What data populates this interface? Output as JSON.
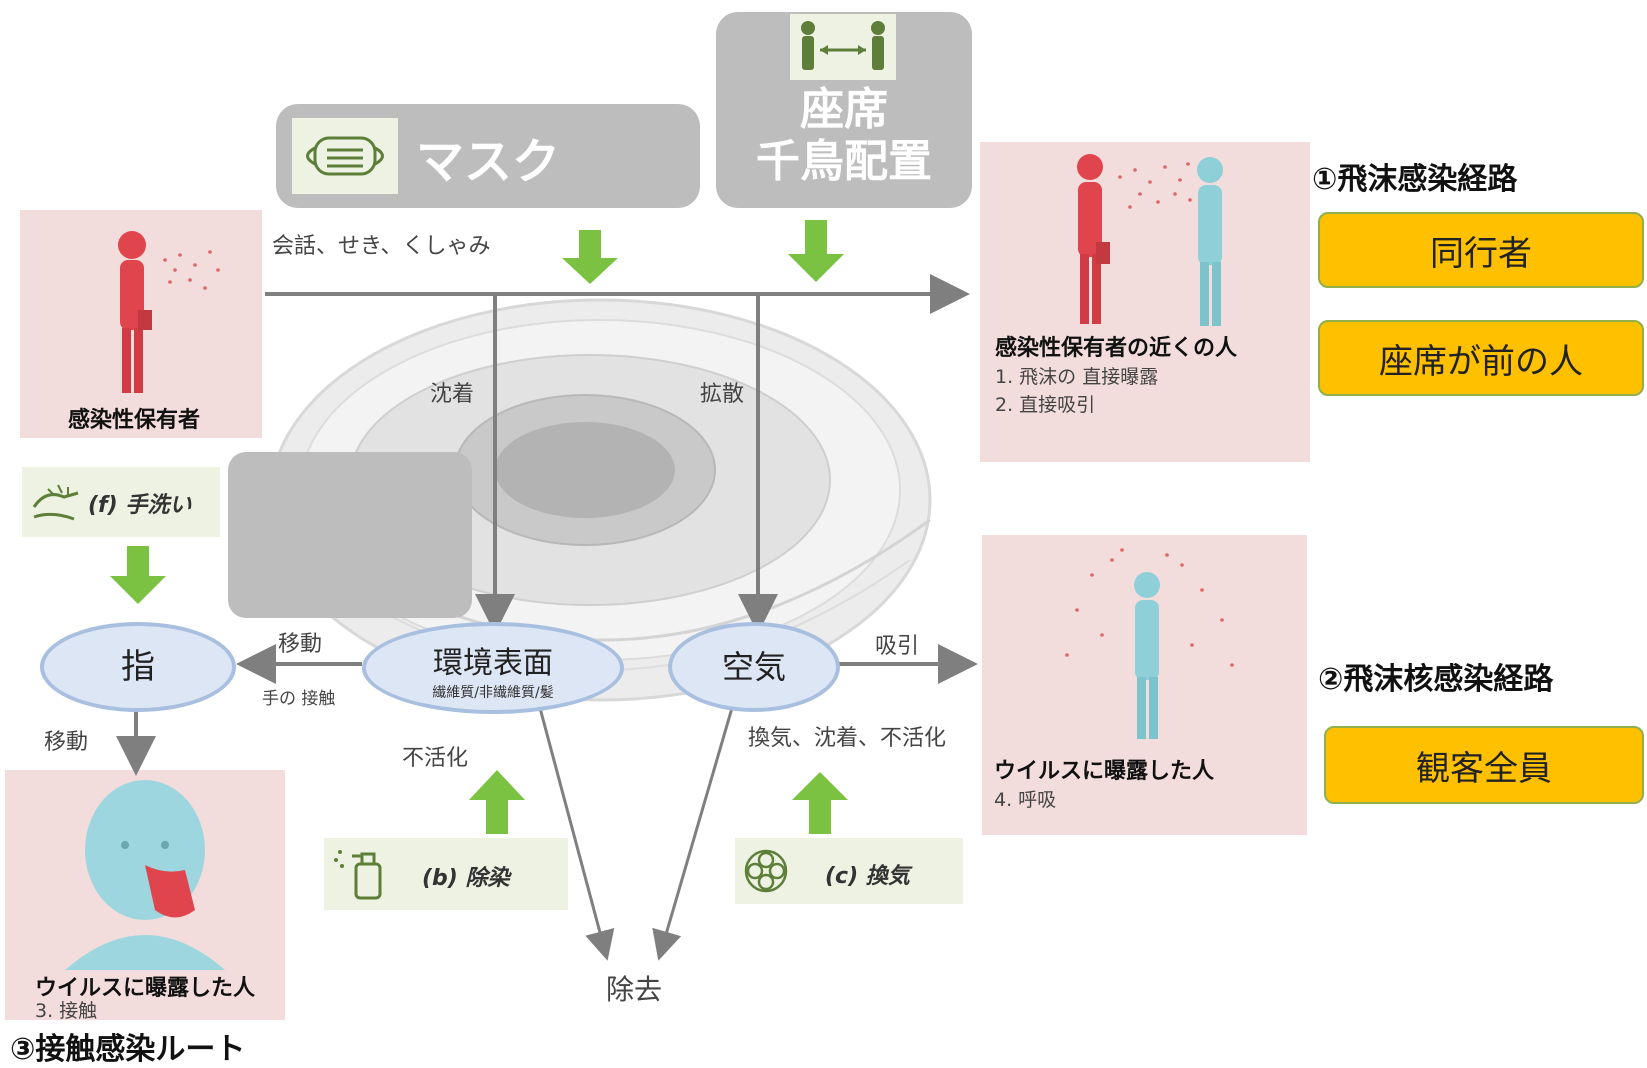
{
  "controls": {
    "mask": "マスク",
    "seating_line1": "座席",
    "seating_line2": "千鳥配置",
    "handwash": "(f) 手洗い",
    "disinfect": "(b) 除染",
    "ventilation": "(c) 換気"
  },
  "flow": {
    "droplet_sources": "会話、せき、くしゃみ",
    "settle": "沈着",
    "diffuse": "拡散",
    "move_top": "移動",
    "hand_contact": "手の 接触",
    "move_left": "移動",
    "inhale": "吸引",
    "inactivate": "不活化",
    "air_removal": "換気、沈着、不活化",
    "removal": "除去"
  },
  "nodes": {
    "finger": "指",
    "surface_title": "環境表面",
    "surface_sub": "繊維質/非繊維質/髪",
    "air": "空気"
  },
  "people": {
    "carrier": "感染性保有者",
    "near_title": "感染性保有者の近くの人",
    "near_item1": "1. 飛沫の 直接曝露",
    "near_item2": "2. 直接吸引",
    "exposed_air_title": "ウイルスに曝露した人",
    "exposed_air_item": "4. 呼吸",
    "exposed_contact_title": "ウイルスに曝露した人",
    "exposed_contact_item": "3. 接触"
  },
  "routes": {
    "droplet": "①飛沫感染経路",
    "droplet_nuclei": "②飛沫核感染経路",
    "contact": "③接触感染ルート"
  },
  "targets": {
    "companion": "同行者",
    "front_seat": "座席が前の人",
    "all_spectators": "観客全員"
  },
  "colors": {
    "arrow_green": "#7cc242",
    "flow_gray": "#7f7f7f",
    "orange": "#ffc000",
    "pink_panel": "#f2dcdc",
    "red_figure": "#e0454d",
    "blue_figure": "#8fd0d8"
  },
  "icons": [
    "mask-icon",
    "distance-icon",
    "handwash-icon",
    "spray-bottle-icon",
    "fan-icon"
  ]
}
